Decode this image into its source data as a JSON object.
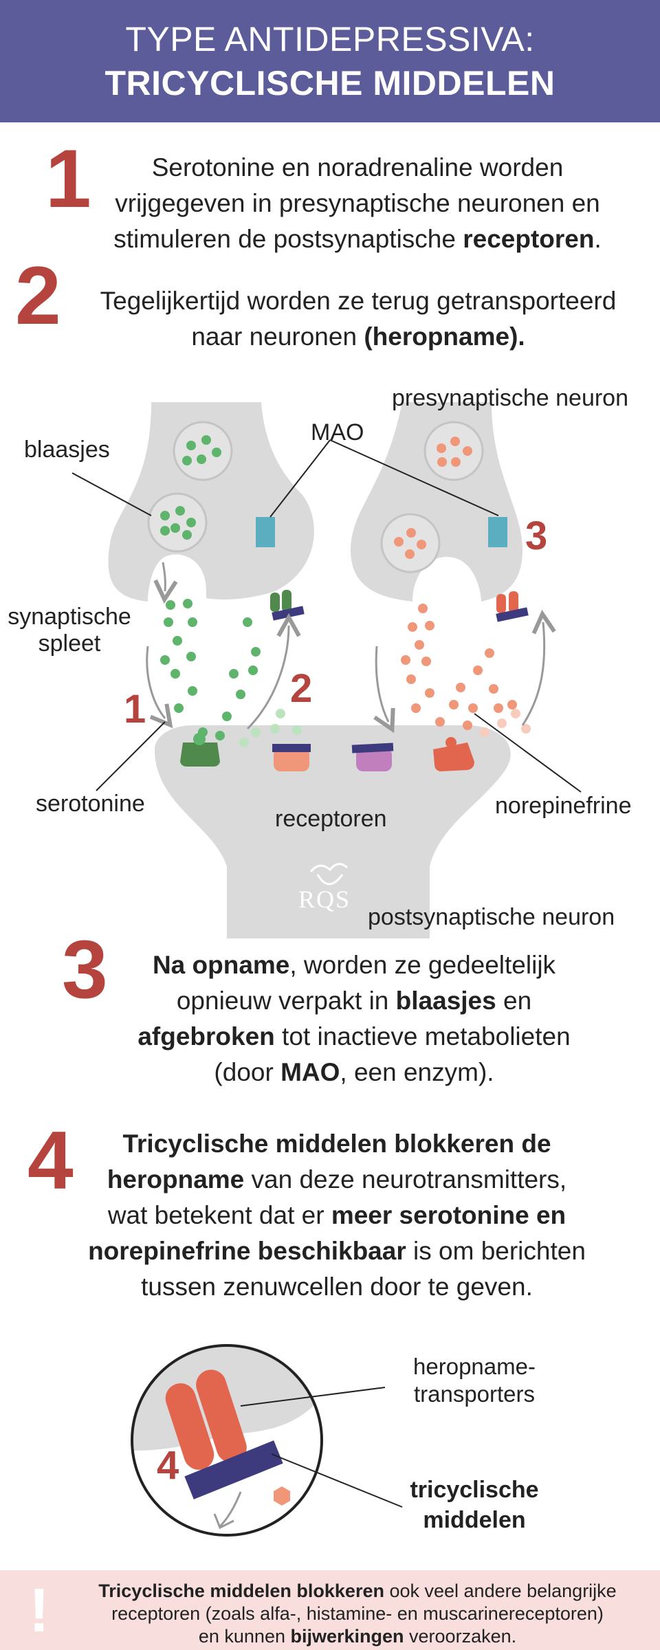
{
  "header": {
    "line1": "TYPE ANTIDEPRESSIVA:",
    "line2": "TRICYCLISCHE MIDDELEN"
  },
  "steps": {
    "s1": {
      "number": "1",
      "line1": "Serotonine en noradrenaline worden",
      "line2": "vrijgegeven in presynaptische neuronen en",
      "line3a": "stimuleren de postsynaptische ",
      "line3b": "receptoren",
      "line3c": "."
    },
    "s2": {
      "number": "2",
      "line1": "Tegelijkertijd worden ze terug getransporteerd",
      "line2a": "naar neuronen ",
      "line2b": "(heropname)."
    },
    "s3": {
      "number": "3",
      "line1a": "Na opname",
      "line1b": ", worden ze gedeeltelijk",
      "line2a": "opnieuw verpakt in ",
      "line2b": "blaasjes",
      "line2c": " en",
      "line3a": "afgebroken",
      "line3b": " tot inactieve metabolieten",
      "line4a": "(door ",
      "line4b": "MAO",
      "line4c": ", een enzym)."
    },
    "s4": {
      "number": "4",
      "line1": "Tricyclische middelen blokkeren de",
      "line2a": "heropname",
      "line2b": " van deze neurotransmitters,",
      "line3a": "wat betekent dat er ",
      "line3b": "meer serotonine en",
      "line4a": "norepinefrine beschikbaar",
      "line4b": " is om berichten",
      "line5": "tussen zenuwcellen door te geven."
    }
  },
  "diagram": {
    "label_presynaptic": "presynaptische neuron",
    "label_vesicles": "blaasjes",
    "label_mao": "MAO",
    "label_cleft_1": "synaptische",
    "label_cleft_2": "spleet",
    "label_serotonin": "serotonine",
    "label_receptors": "receptoren",
    "label_norepinephrine": "norepinefrine",
    "label_postsynaptic": "postsynaptische neuron",
    "num_1": "1",
    "num_2": "2",
    "num_3": "3",
    "logo_text": "RQS"
  },
  "zoom": {
    "label_transporters_1": "heropname-",
    "label_transporters_2": "transporters",
    "label_tricyclic_1": "tricyclische",
    "label_tricyclic_2": "middelen",
    "num_4": "4"
  },
  "footer": {
    "icon": "!",
    "line1a": "Tricyclische middelen blokkeren",
    "line1b": " ook veel andere belangrijke",
    "line2": "receptoren (zoals alfa-, histamine- en muscarinereceptoren)",
    "line3a": "en kunnen ",
    "line3b": "bijwerkingen",
    "line3c": " veroorzaken."
  },
  "colors": {
    "header": "#5b5c99",
    "accent_red": "#b5443e",
    "neuron_gray": "#dadada",
    "serotonin_green": "#5eb46a",
    "norepinephrine_orange": "#f0977a",
    "mao_blue": "#5aaec0",
    "transporter_red": "#e2654e",
    "blocker_navy": "#3d3a7e",
    "footer_pink": "#f9dede"
  }
}
